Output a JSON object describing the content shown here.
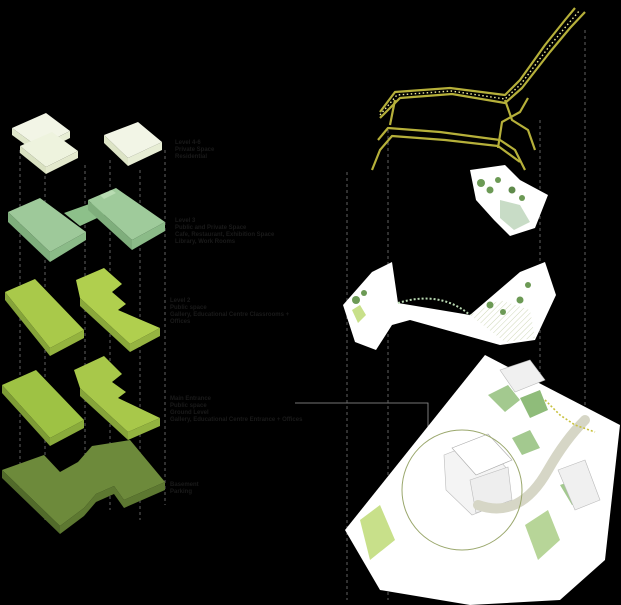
{
  "colors": {
    "background": "#000000",
    "level_top": "#eef3de",
    "level_two": "#9ec99a",
    "level_one": "#a9c94a",
    "ground": "#9ec244",
    "basement": "#6d8a3b",
    "route": "#b6b03a",
    "site_base": "#ffffff",
    "vegetation": "#a3c98f",
    "guide_line": "#777777"
  },
  "levels": [
    {
      "id": "level-4-6",
      "lines": [
        "Level 4-6",
        "Private Space",
        "Residential"
      ]
    },
    {
      "id": "level-3",
      "lines": [
        "Level 3",
        "Public and Private Space",
        "Cafe, Restaurant, Exhibition Space",
        "Library, Work Rooms"
      ]
    },
    {
      "id": "level-2",
      "lines": [
        "Level 2",
        "Public space",
        "Gallery, Educational Centre Classrooms +",
        "Offices"
      ]
    },
    {
      "id": "level-1",
      "lines": [
        "Main Entrance",
        "Public space",
        "Ground Level",
        "Gallery, Educational Centre Entrance + Offices"
      ]
    },
    {
      "id": "basement",
      "lines": [
        "Basement",
        "Parking"
      ]
    }
  ],
  "icons": {
    "tree": "tree-icon"
  }
}
